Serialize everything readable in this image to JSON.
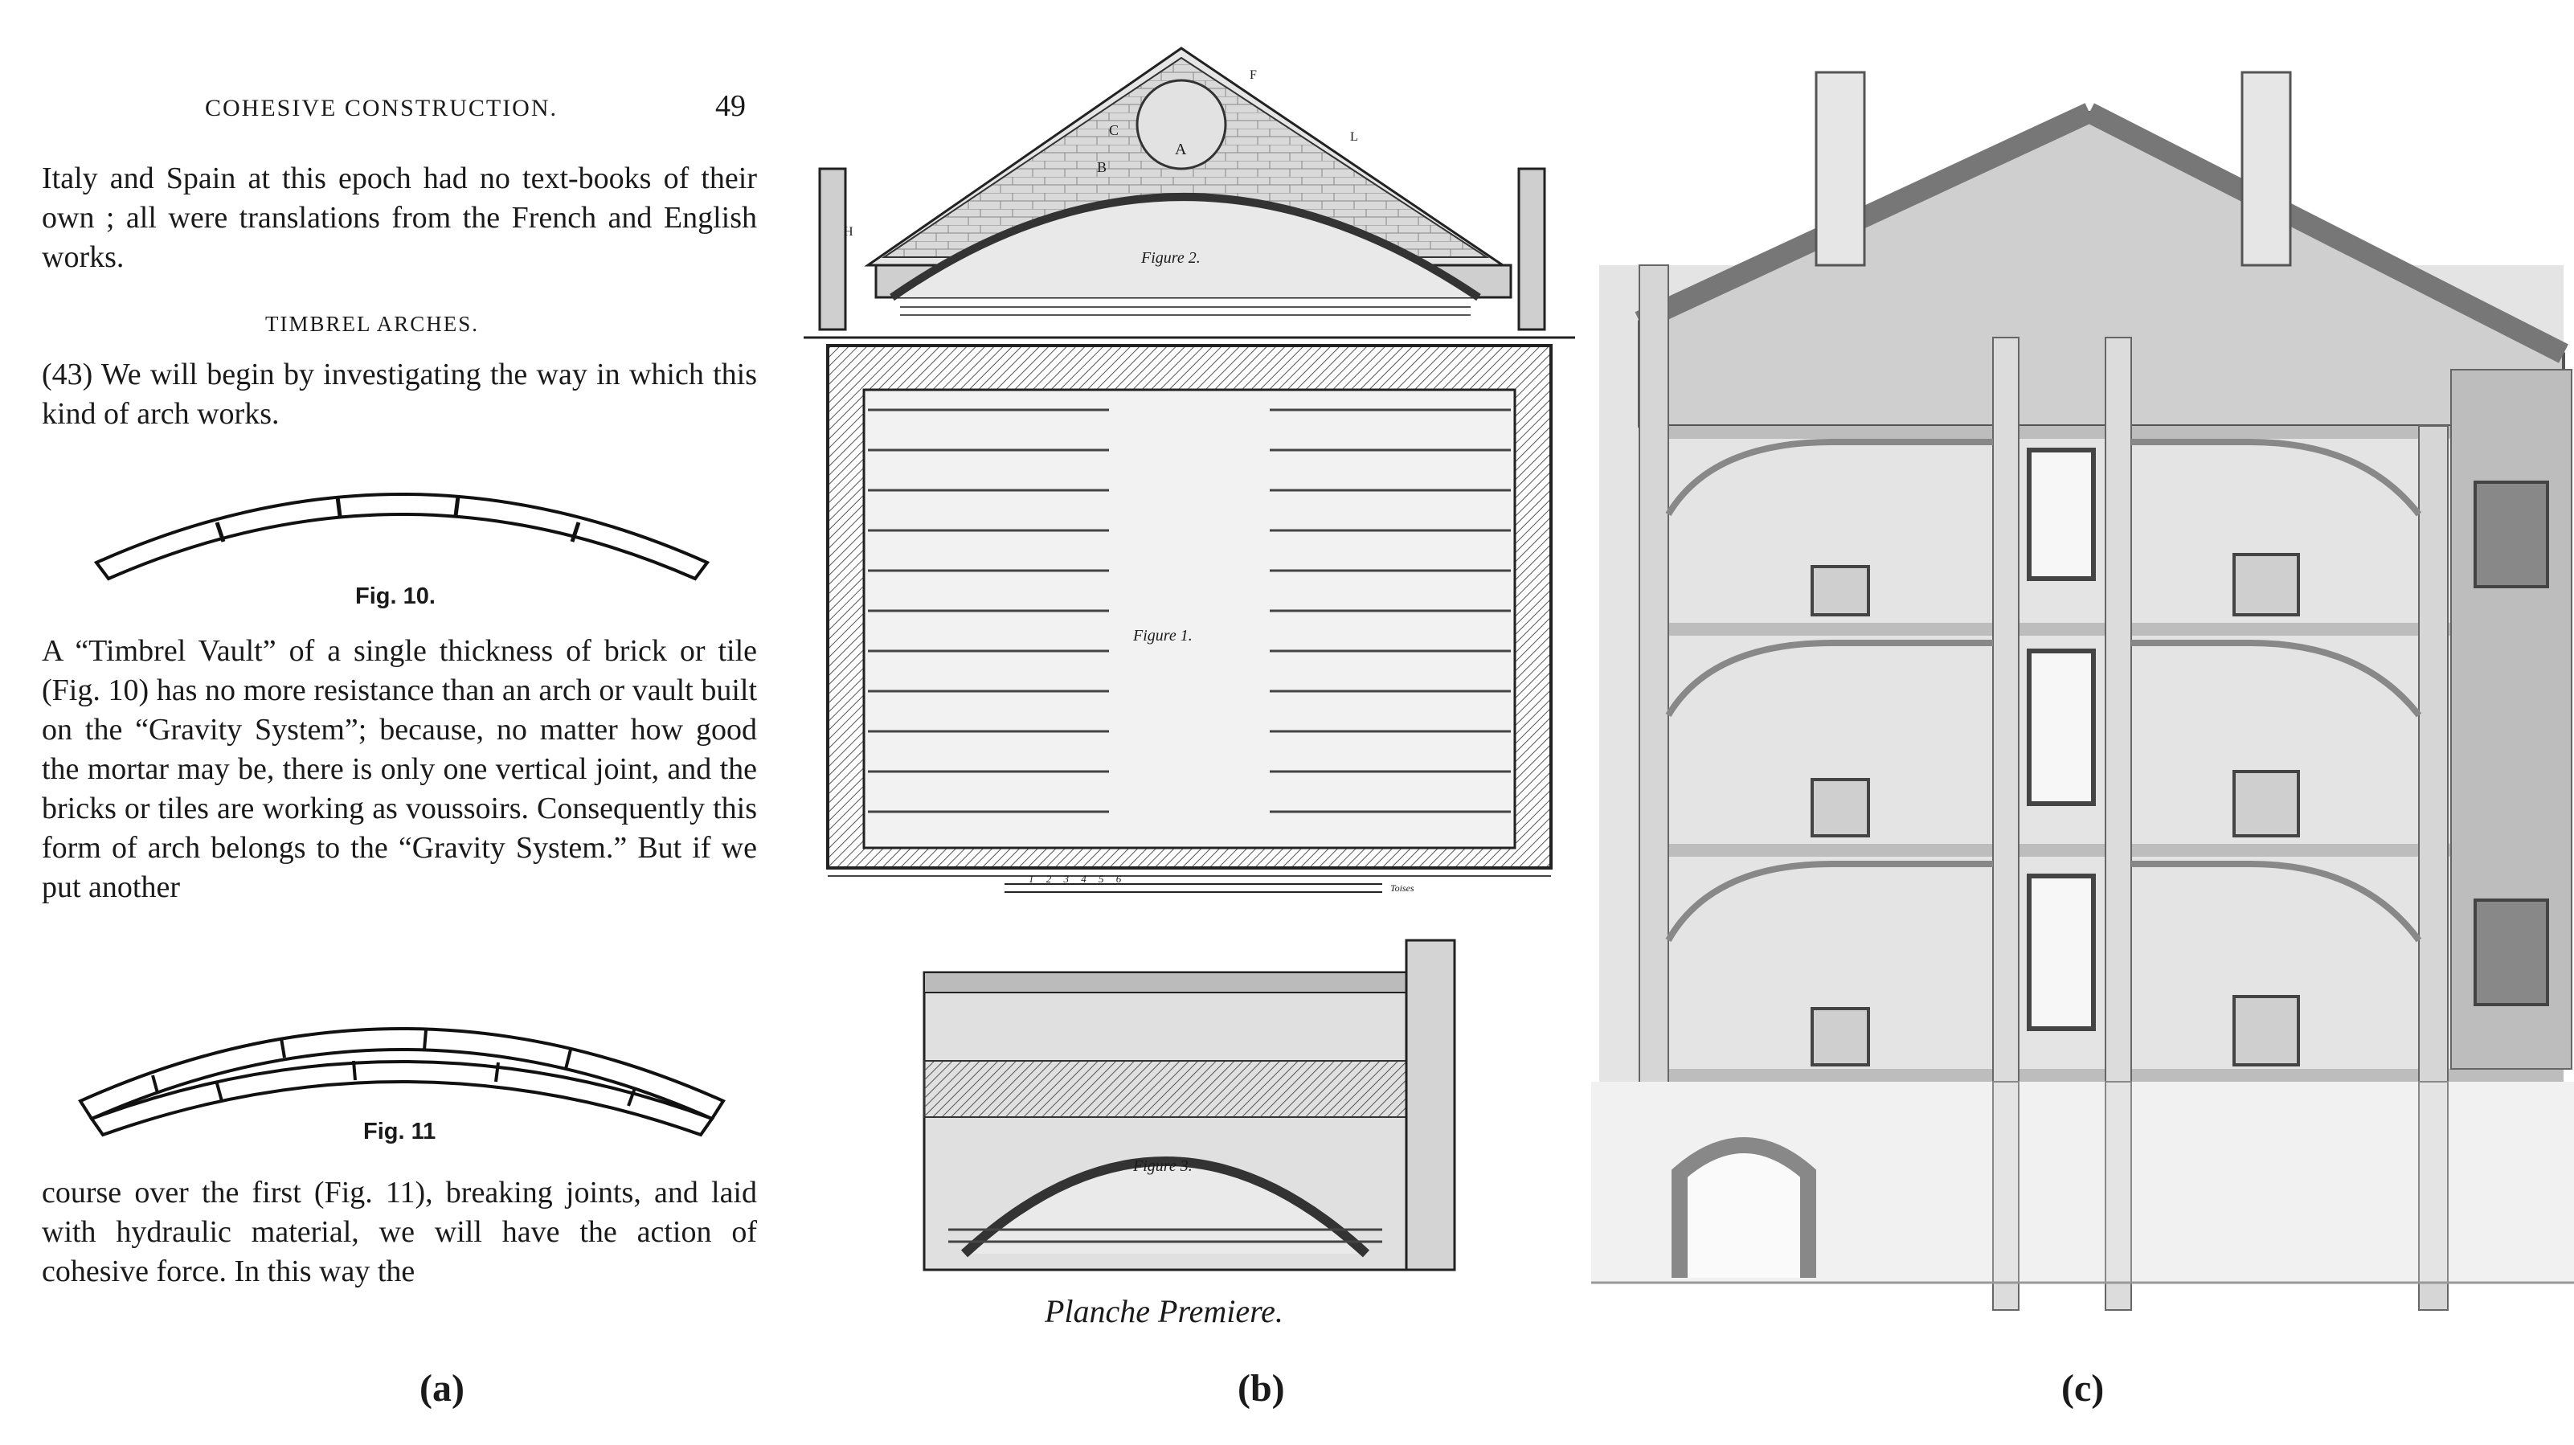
{
  "panel_a": {
    "running_head": "COHESIVE CONSTRUCTION.",
    "page_number": "49",
    "para1": "Italy and Spain at this epoch had no text-books of their own ; all were translations from the French and English works.",
    "subheading": "TIMBREL ARCHES.",
    "para2": "(43) We will begin by investigating the way in which this kind of arch works.",
    "fig10_caption": "Fig. 10.",
    "para3": "A “Timbrel Vault” of a single thickness of brick or tile (Fig. 10) has no more resistance than an arch or vault built on the “Gravity System”; because, no matter how good the mortar may be, there is only one vertical joint, and the bricks or tiles are working as voussoirs. Consequently this form of arch belongs to the “Gravity System.” But if we put another",
    "fig11_caption": "Fig. 11",
    "para4": "course over the first (Fig. 11), breaking joints, and laid with hydraulic material, we will have the action of cohesive force. In this way the",
    "label": "(a)"
  },
  "panel_b": {
    "figure2_label": "Figure 2.",
    "figure1_label": "Figure 1.",
    "figure3_label": "Figure 3.",
    "letter_a": "A",
    "letter_b": "B",
    "letter_c": "C",
    "letter_f": "F",
    "letter_l": "L",
    "letter_h": "H",
    "scale_numbers": "1 2 3 4 5 6",
    "scale_unit": "Toises",
    "plate_title": "Planche Premiere.",
    "label": "(b)"
  },
  "panel_c": {
    "label": "(c)"
  }
}
